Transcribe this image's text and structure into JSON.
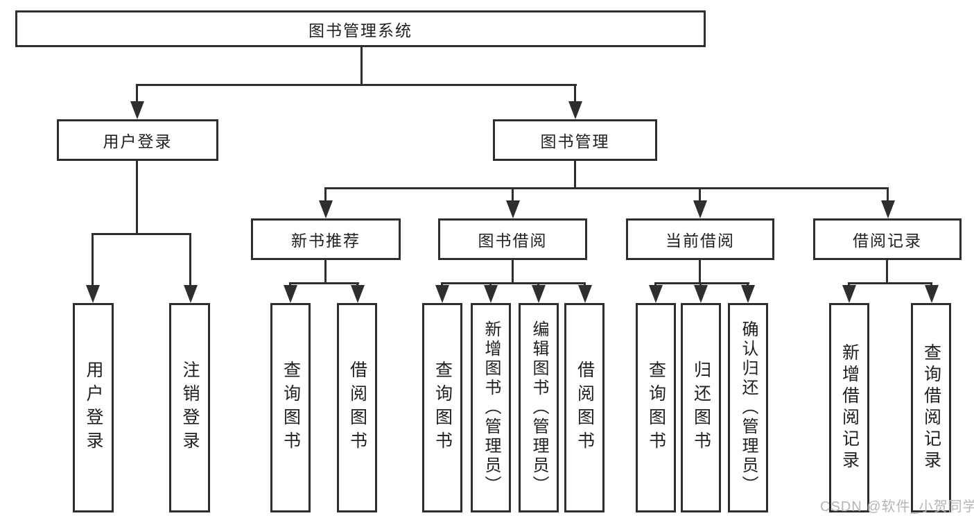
{
  "diagram": {
    "root": {
      "label": "图书管理系统"
    },
    "user_login": {
      "label": "用户登录",
      "children": [
        "用户登录",
        "注销登录"
      ]
    },
    "book_management": {
      "label": "图书管理",
      "groups": [
        {
          "label": "新书推荐",
          "children": [
            "查询图书",
            "借阅图书"
          ]
        },
        {
          "label": "图书借阅",
          "children": [
            "查询图书",
            "新增图书（管理员）",
            "编辑图书（管理员）",
            "借阅图书"
          ]
        },
        {
          "label": "当前借阅",
          "children": [
            "查询图书",
            "归还图书",
            "确认归还（管理员）"
          ]
        },
        {
          "label": "借阅记录",
          "children": [
            "新增借阅记录",
            "查询借阅记录"
          ]
        }
      ]
    }
  },
  "watermark": "CSDN @软件_小贺同学",
  "colors": {
    "line": "#2e2e2e",
    "text": "#1f1f1f",
    "watermark_text": "#b5b5b5",
    "background": "#ffffff"
  }
}
